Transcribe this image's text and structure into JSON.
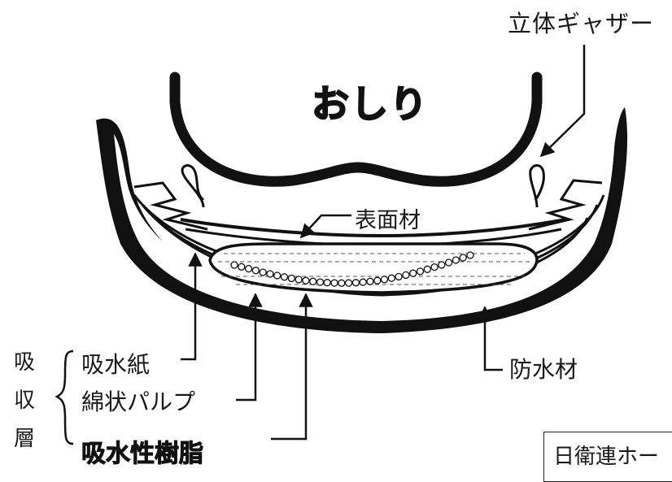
{
  "labels": {
    "buttocks": "おしり",
    "standing_gather": "立体ギャザー",
    "surface_material": "表面材",
    "waterproof_material": "防水材",
    "absorbent_paper": "吸水紙",
    "cotton_pulp": "綿状パルプ",
    "superabsorbent_polymer": "吸水性樹脂"
  },
  "absorbent_layer": [
    "吸",
    "収",
    "層"
  ],
  "logo": {
    "text": "日衛連ホー"
  }
}
